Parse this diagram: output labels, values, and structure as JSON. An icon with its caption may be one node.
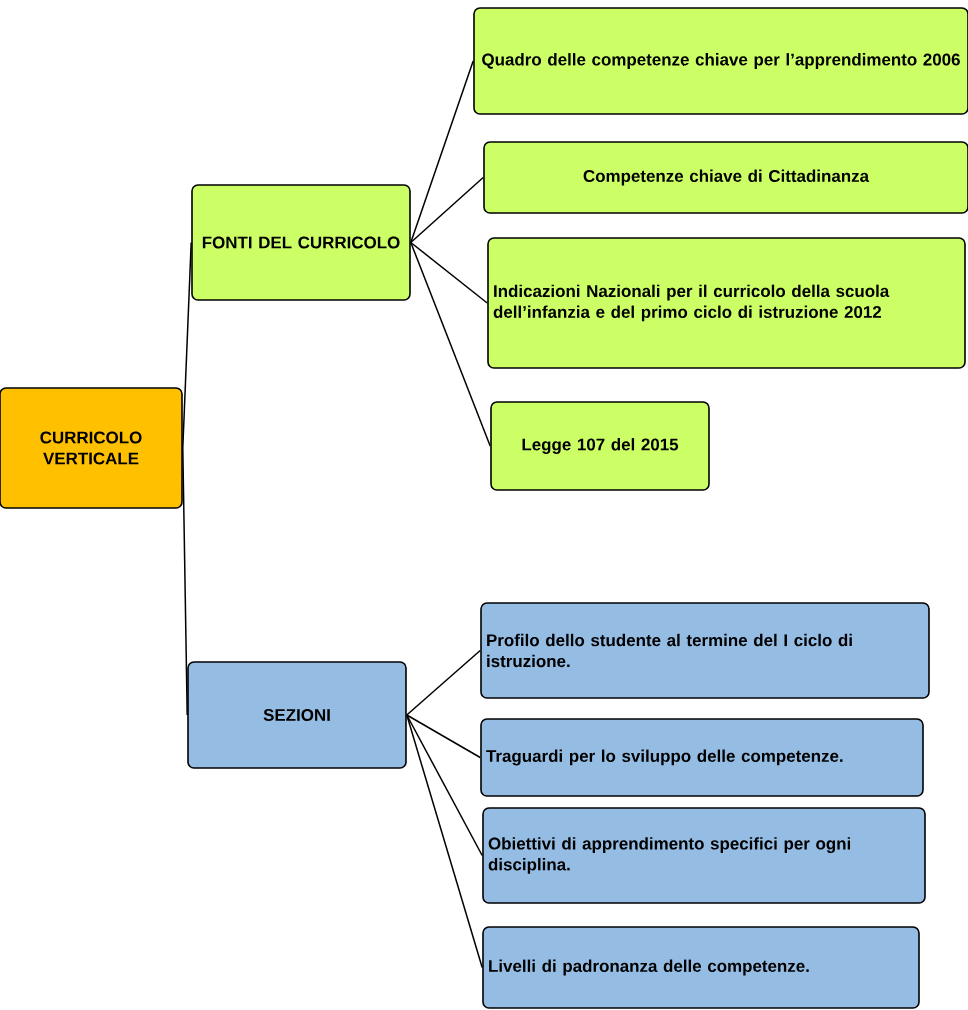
{
  "diagram": {
    "nodes": [
      {
        "text": [
          "CURRICOLO VERTICALE"
        ]
      },
      {
        "text": [
          "FONTI DEL CURRICOLO"
        ]
      },
      {
        "text": [
          "Quadro delle competenze chiave per l’apprendimento 2006"
        ]
      },
      {
        "text": [
          "Competenze chiave di Cittadinanza"
        ]
      },
      {
        "text": [
          "Indicazioni Nazionali per il curricolo della scuola dell’infanzia e del primo ciclo di istruzione 2012"
        ]
      },
      {
        "text": [
          "Legge 107 del 2015"
        ]
      },
      {
        "text": [
          "SEZIONI"
        ]
      },
      {
        "text": [
          "Profilo dello studente al termine del I ciclo di istruzione."
        ]
      },
      {
        "text": [
          "Traguardi per lo sviluppo delle competenze."
        ]
      },
      {
        "text": [
          "Obiettivi di apprendimento specifici per ogni disciplina."
        ]
      },
      {
        "text": [
          "Livelli di padronanza delle competenze."
        ]
      }
    ],
    "edges": [
      {
        "from": 0,
        "to": 1,
        "arrow": "none"
      },
      {
        "from": 0,
        "to": 6,
        "arrow": "none"
      },
      {
        "from": 1,
        "to": 2,
        "arrow": "none"
      },
      {
        "from": 1,
        "to": 3,
        "arrow": "none"
      },
      {
        "from": 1,
        "to": 4,
        "arrow": "none"
      },
      {
        "from": 1,
        "to": 5,
        "arrow": "none"
      },
      {
        "from": 6,
        "to": 7,
        "arrow": "none"
      },
      {
        "from": 6,
        "to": 8,
        "arrow": "none"
      },
      {
        "from": 6,
        "to": 9,
        "arrow": "none"
      },
      {
        "from": 6,
        "to": 10,
        "arrow": "none"
      }
    ]
  }
}
